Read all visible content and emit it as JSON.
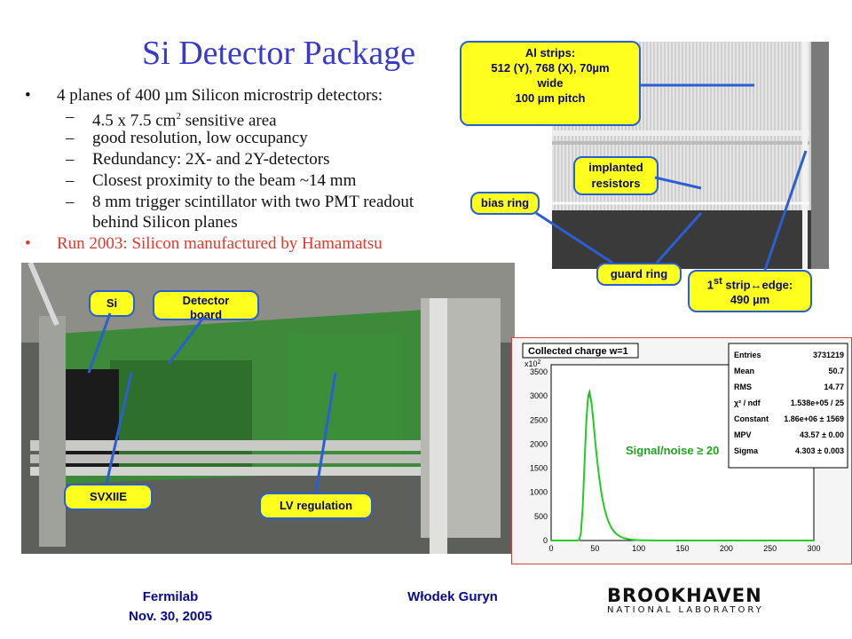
{
  "title": "Si Detector Package",
  "bullets": [
    "4 planes of 400 µm Silicon microstrip detectors:",
    "Run 2003: Silicon manufactured by Hamamatsu"
  ],
  "subbullets": [
    "4.5 x 7.5 cm",
    "good resolution, low occupancy",
    "Redundancy: 2X- and 2Y-detectors",
    "Closest proximity to the beam ~14 mm",
    "8 mm trigger scintillator with two PMT readout",
    "behind Silicon planes"
  ],
  "sub1_sup": "2",
  "sub1_tail": " sensitive area",
  "callouts": {
    "al_strips": [
      "Al strips:",
      "512 (Y), 768 (X), 70µm",
      "wide",
      "100 µm pitch"
    ],
    "implanted": [
      "implanted",
      "resistors"
    ],
    "bias_ring": "bias ring",
    "guard_ring": "guard ring",
    "first_strip_a": "1",
    "first_strip_sup": "st",
    "first_strip_b": " strip↔edge:",
    "first_strip_line2": "490 µm",
    "si": "Si",
    "detector_board": [
      "Detector",
      "board"
    ],
    "svxiie": "SVXIIE",
    "lv_regulation": "LV regulation"
  },
  "plot": {
    "title": "Collected charge w=1",
    "scale": "x10",
    "scale_exp": "2",
    "stats": [
      [
        "Entries",
        "3731219"
      ],
      [
        "Mean",
        "50.7"
      ],
      [
        "RMS",
        "14.77"
      ],
      [
        "χ² / ndf",
        "1.538e+05 / 25"
      ],
      [
        "Constant",
        "1.86e+06 ± 1569"
      ],
      [
        "MPV",
        "43.57 ± 0.00"
      ],
      [
        "Sigma",
        "4.303 ± 0.003"
      ]
    ],
    "y_ticks": [
      "3500",
      "3000",
      "2500",
      "2000",
      "1500",
      "1000",
      "500",
      "0"
    ],
    "x_ticks": [
      "0",
      "50",
      "100",
      "150",
      "200",
      "250",
      "300"
    ],
    "signal_noise": "Signal/noise ≥ 20"
  },
  "footer": {
    "left1": "Fermilab",
    "left2": "Nov. 30, 2005",
    "center": "Włodek Guryn",
    "logo1": "BROOKHAVEN",
    "logo2": "NATIONAL LABORATORY"
  },
  "colors": {
    "title": "#3a3ac8",
    "callout_bg": "#ffff1e",
    "callout_border": "#2b5fd1",
    "red_text": "#e2362b",
    "fit": "#22cc22"
  }
}
